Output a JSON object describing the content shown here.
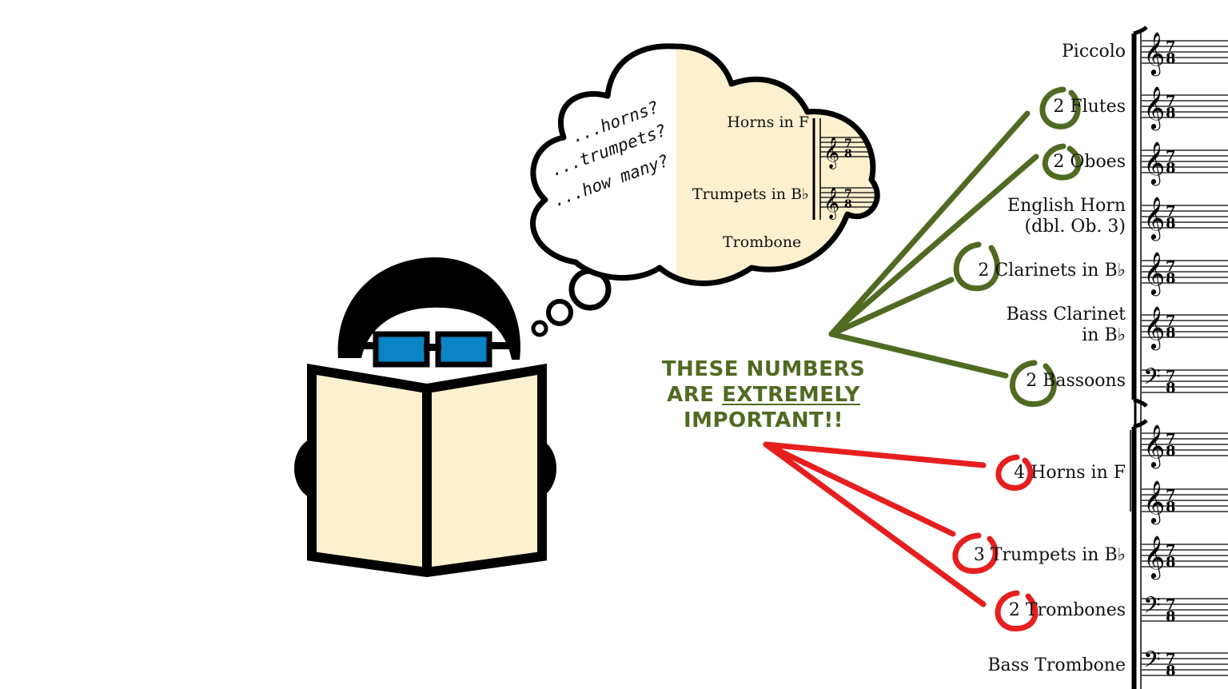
{
  "thought": {
    "lines": [
      "...horns?",
      "...trumpets?",
      "...how many?"
    ],
    "score_labels": [
      "Horns in F",
      "Trumpets in B♭",
      "Trombone"
    ]
  },
  "callout": {
    "line1": "THESE NUMBERS",
    "line2_prefix": "ARE ",
    "line2_emph": "EXTREMELY",
    "line3": "IMPORTANT!!",
    "color": "#4f6b22"
  },
  "score": {
    "instruments": [
      {
        "label": "Piccolo"
      },
      {
        "label": "2 Flutes"
      },
      {
        "label": "2 Oboes"
      },
      {
        "label": "English Horn",
        "label2": "(dbl. Ob. 3)"
      },
      {
        "label": "2 Clarinets in B♭"
      },
      {
        "label": "Bass Clarinet",
        "label2": "in B♭"
      },
      {
        "label": "2 Bassoons"
      },
      {
        "label": "4 Horns in F"
      },
      {
        "label": "3 Trumpets in B♭"
      },
      {
        "label": "2 Trombones"
      },
      {
        "label": "Bass Trombone"
      }
    ],
    "time_signature": "7/8"
  },
  "colors": {
    "woodwind_marks": "#4f6b22",
    "brass_marks": "#e61e1e",
    "book": "#fdf0cf",
    "glasses": "#0a84c6"
  }
}
